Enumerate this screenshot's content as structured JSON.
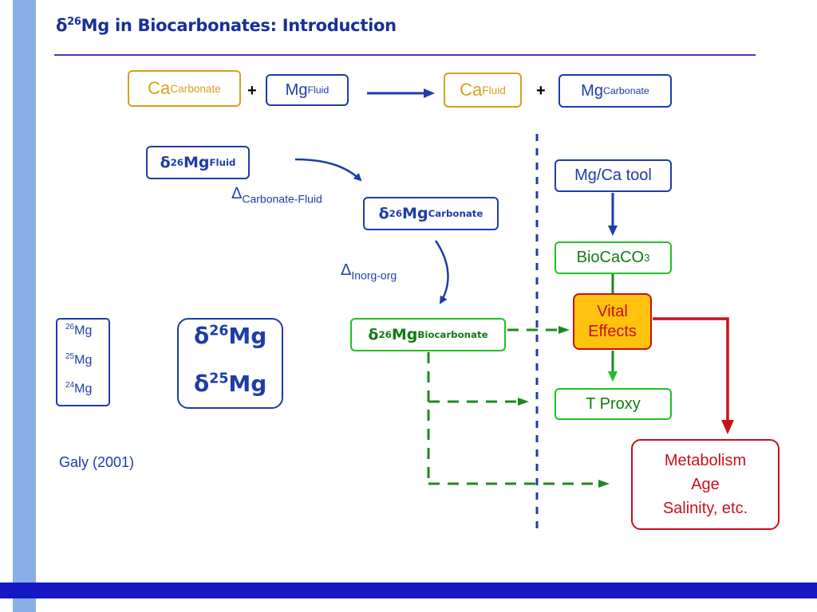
{
  "title": {
    "prefix": "δ",
    "sup": "26",
    "rest": "Mg in Biocarbonates: Introduction"
  },
  "reaction": {
    "ca_carbonate": {
      "base": "Ca",
      "sup": "Carbonate"
    },
    "plus1": "+",
    "mg_fluid": {
      "base": "Mg",
      "sup": "Fluid"
    },
    "ca_fluid": {
      "base": "Ca",
      "sup": "Fluid"
    },
    "plus2": "+",
    "mg_carbonate": {
      "base": "Mg",
      "sup": "Carbonate"
    }
  },
  "delta_fluid": {
    "base": "δ",
    "iso": "26",
    "el": "Mg",
    "sup": "Fluid"
  },
  "delta_carbonate": {
    "base": "δ",
    "iso": "26",
    "el": "Mg",
    "sup": "Carbonate"
  },
  "delta_bio": {
    "base": "δ",
    "iso": "26",
    "el": "Mg",
    "sup": "Biocarbonate"
  },
  "frac1": {
    "sym": "Δ",
    "sub": "Carbonate-Fluid"
  },
  "frac2": {
    "sym": "Δ",
    "sub": "Inorg-org"
  },
  "isotopes": [
    {
      "sup": "26",
      "el": "Mg"
    },
    {
      "sup": "25",
      "el": "Mg"
    },
    {
      "sup": "24",
      "el": "Mg"
    }
  ],
  "delta_big": [
    {
      "base": "δ",
      "sup": "26",
      "el": "Mg"
    },
    {
      "base": "δ",
      "sup": "25",
      "el": "Mg"
    }
  ],
  "citation": "Galy (2001)",
  "right": {
    "mgca": "Mg/Ca tool",
    "biocaco3": {
      "base": "BioCaCO",
      "sub": "3"
    },
    "vital": {
      "line1": "Vital",
      "line2": "Effects"
    },
    "tproxy": "T Proxy",
    "metabolism": {
      "line1": "Metabolism",
      "line2": "Age",
      "line3": "Salinity, etc."
    }
  },
  "colors": {
    "gold": "#d2a21c",
    "blue": "#1e3ca8",
    "green": "#22c022",
    "dark_green": "#1e8a1e",
    "red": "#c9101a",
    "orange_fill": "#ffc20e",
    "title": "#1a2f99"
  }
}
